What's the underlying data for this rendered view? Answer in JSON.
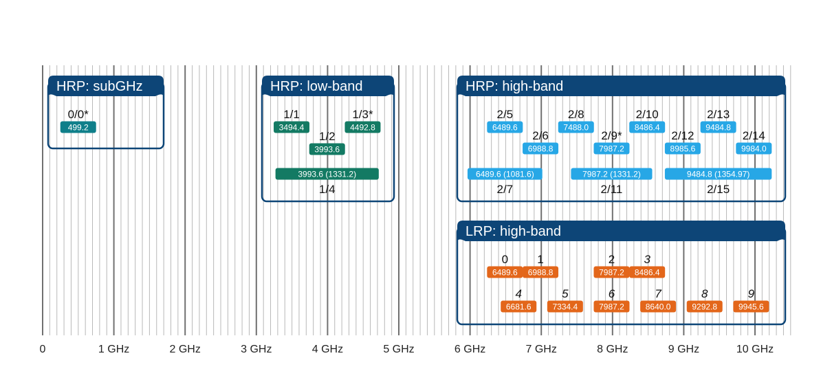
{
  "axis": {
    "unit_ticks": [
      {
        "label": "0",
        "ghz": 0
      },
      {
        "label": "1 GHz",
        "ghz": 1
      },
      {
        "label": "2 GHz",
        "ghz": 2
      },
      {
        "label": "3 GHz",
        "ghz": 3
      },
      {
        "label": "4 GHz",
        "ghz": 4
      },
      {
        "label": "5 GHz",
        "ghz": 5
      },
      {
        "label": "6 GHz",
        "ghz": 6
      },
      {
        "label": "7 GHz",
        "ghz": 7
      },
      {
        "label": "8 GHz",
        "ghz": 8
      },
      {
        "label": "9 GHz",
        "ghz": 9
      },
      {
        "label": "10 GHz",
        "ghz": 10
      }
    ],
    "minor_step_mhz": 100,
    "range_ghz": [
      0,
      10.5
    ]
  },
  "colors": {
    "frame": "#0d4577",
    "teal": "#0f7f8a",
    "green": "#137a63",
    "blue": "#27a7e6",
    "orange": "#e3661a",
    "gridline": "#b8b8b8",
    "gridline_major": "#707070"
  },
  "groups": [
    {
      "title": "HRP: subGHz",
      "color": "teal",
      "channels": [
        {
          "label": "0/0*",
          "value": "499.2",
          "center_mhz": 499.2,
          "lane": 0,
          "label_pos": "above"
        }
      ]
    },
    {
      "title": "HRP: low-band",
      "color": "green",
      "channels": [
        {
          "label": "1/1",
          "value": "3494.4",
          "center_mhz": 3494.4,
          "lane": 0,
          "label_pos": "above"
        },
        {
          "label": "1/2",
          "value": "3993.6",
          "center_mhz": 3993.6,
          "lane": 1,
          "label_pos": "above"
        },
        {
          "label": "1/3*",
          "value": "4492.8",
          "center_mhz": 4492.8,
          "lane": 0,
          "label_pos": "above"
        },
        {
          "label": "1/4",
          "value": "3993.6 (1331.2)",
          "center_mhz": 3993.6,
          "width_mhz": 1450,
          "lane": 2,
          "label_pos": "below"
        }
      ]
    },
    {
      "title": "HRP: high-band",
      "color": "blue",
      "channels": [
        {
          "label": "2/5",
          "value": "6489.6",
          "center_mhz": 6489.6,
          "lane": 0,
          "label_pos": "above"
        },
        {
          "label": "2/6",
          "value": "6988.8",
          "center_mhz": 6988.8,
          "lane": 1,
          "label_pos": "above"
        },
        {
          "label": "2/8",
          "value": "7488.0",
          "center_mhz": 7488.0,
          "lane": 0,
          "label_pos": "above"
        },
        {
          "label": "2/9*",
          "value": "7987.2",
          "center_mhz": 7987.2,
          "lane": 1,
          "label_pos": "above"
        },
        {
          "label": "2/10",
          "value": "8486.4",
          "center_mhz": 8486.4,
          "lane": 0,
          "label_pos": "above"
        },
        {
          "label": "2/12",
          "value": "8985.6",
          "center_mhz": 8985.6,
          "lane": 1,
          "label_pos": "above"
        },
        {
          "label": "2/13",
          "value": "9484.8",
          "center_mhz": 9484.8,
          "lane": 0,
          "label_pos": "above"
        },
        {
          "label": "2/14",
          "value": "9984.0",
          "center_mhz": 9984.0,
          "lane": 1,
          "label_pos": "above"
        },
        {
          "label": "2/7",
          "value": "6489.6 (1081.6)",
          "center_mhz": 6489.6,
          "width_mhz": 1050,
          "lane": 2,
          "label_pos": "below"
        },
        {
          "label": "2/11",
          "value": "7987.2 (1331.2)",
          "center_mhz": 7987.2,
          "width_mhz": 1140,
          "lane": 2,
          "label_pos": "below"
        },
        {
          "label": "2/15",
          "value": "9484.8 (1354.97)",
          "center_mhz": 9484.8,
          "width_mhz": 1500,
          "lane": 2,
          "label_pos": "below"
        }
      ]
    },
    {
      "title": "LRP: high-band",
      "color": "orange",
      "channels": [
        {
          "label": "0",
          "value": "6489.6",
          "center_mhz": 6489.6,
          "lane": 0,
          "label_pos": "above",
          "italic": false
        },
        {
          "label": "1",
          "value": "6988.8",
          "center_mhz": 6988.8,
          "lane": 0,
          "label_pos": "above",
          "italic": false
        },
        {
          "label": "2",
          "value": "7987.2",
          "center_mhz": 7987.2,
          "lane": 0,
          "label_pos": "above",
          "italic": false
        },
        {
          "label": "3",
          "value": "8486.4",
          "center_mhz": 8486.4,
          "lane": 0,
          "label_pos": "above",
          "italic": true
        },
        {
          "label": "4",
          "value": "6681.6",
          "center_mhz": 6681.6,
          "lane": 1,
          "label_pos": "above",
          "italic": true
        },
        {
          "label": "5",
          "value": "7334.4",
          "center_mhz": 7334.4,
          "lane": 1,
          "label_pos": "above",
          "italic": true
        },
        {
          "label": "6",
          "value": "7987.2",
          "center_mhz": 7987.2,
          "lane": 1,
          "label_pos": "above",
          "italic": true
        },
        {
          "label": "7",
          "value": "8640.0",
          "center_mhz": 8640.0,
          "lane": 1,
          "label_pos": "above",
          "italic": true
        },
        {
          "label": "8",
          "value": "9292.8",
          "center_mhz": 9292.8,
          "lane": 1,
          "label_pos": "above",
          "italic": true
        },
        {
          "label": "9",
          "value": "9945.6",
          "center_mhz": 9945.6,
          "lane": 1,
          "label_pos": "above",
          "italic": true
        }
      ]
    }
  ]
}
